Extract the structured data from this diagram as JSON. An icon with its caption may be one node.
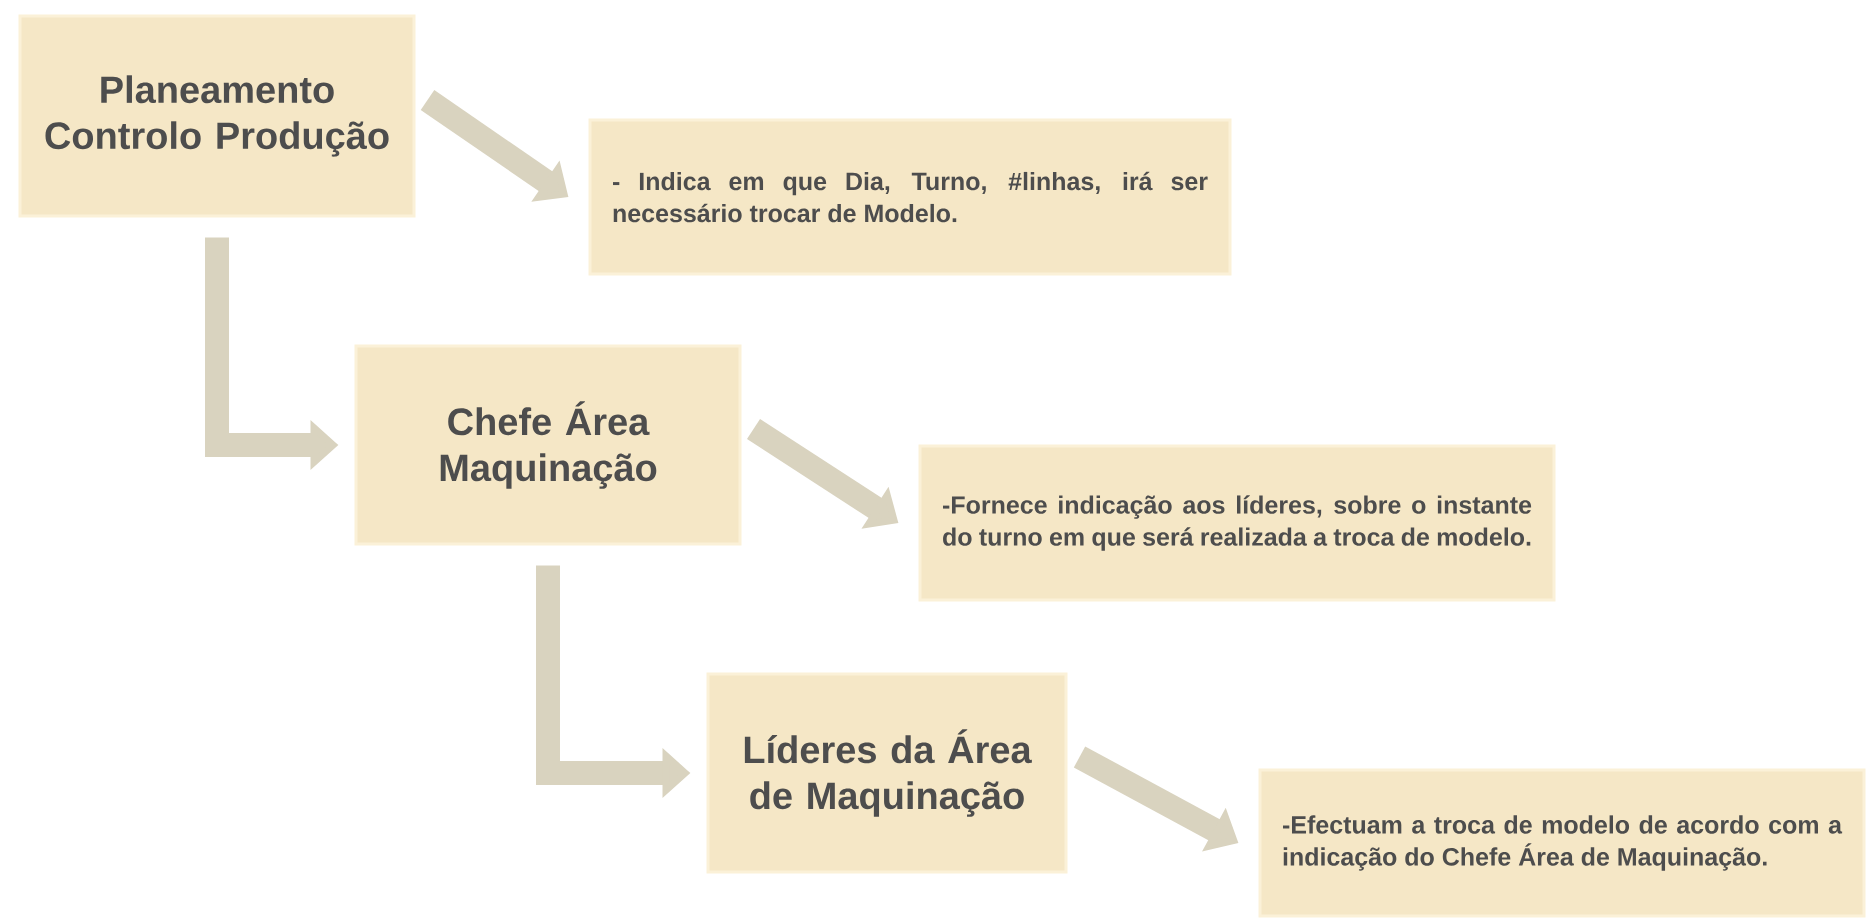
{
  "diagram": {
    "nodes": [
      {
        "text": [
          "Planeamento Controlo Produção"
        ]
      },
      {
        "text": [
          "- Indica em que Dia, Turno, #linhas, irá ser necessário trocar de Modelo."
        ]
      },
      {
        "text": [
          "Chefe Área Maquinação"
        ]
      },
      {
        "text": [
          "-Fornece indicação aos líderes, sobre o instante do turno em que será realizada a troca de modelo."
        ]
      },
      {
        "text": [
          "Líderes da Área de Maquinação"
        ]
      },
      {
        "text": [
          "-Efectuam a troca de modelo de acordo com a indicação do Chefe Área de Maquinação."
        ]
      }
    ],
    "edges": [
      {
        "from": 0,
        "to": 1,
        "arrow": "to"
      },
      {
        "from": 0,
        "to": 2,
        "arrow": "to"
      },
      {
        "from": 2,
        "to": 3,
        "arrow": "to"
      },
      {
        "from": 2,
        "to": 4,
        "arrow": "to"
      },
      {
        "from": 4,
        "to": 5,
        "arrow": "to"
      }
    ]
  }
}
